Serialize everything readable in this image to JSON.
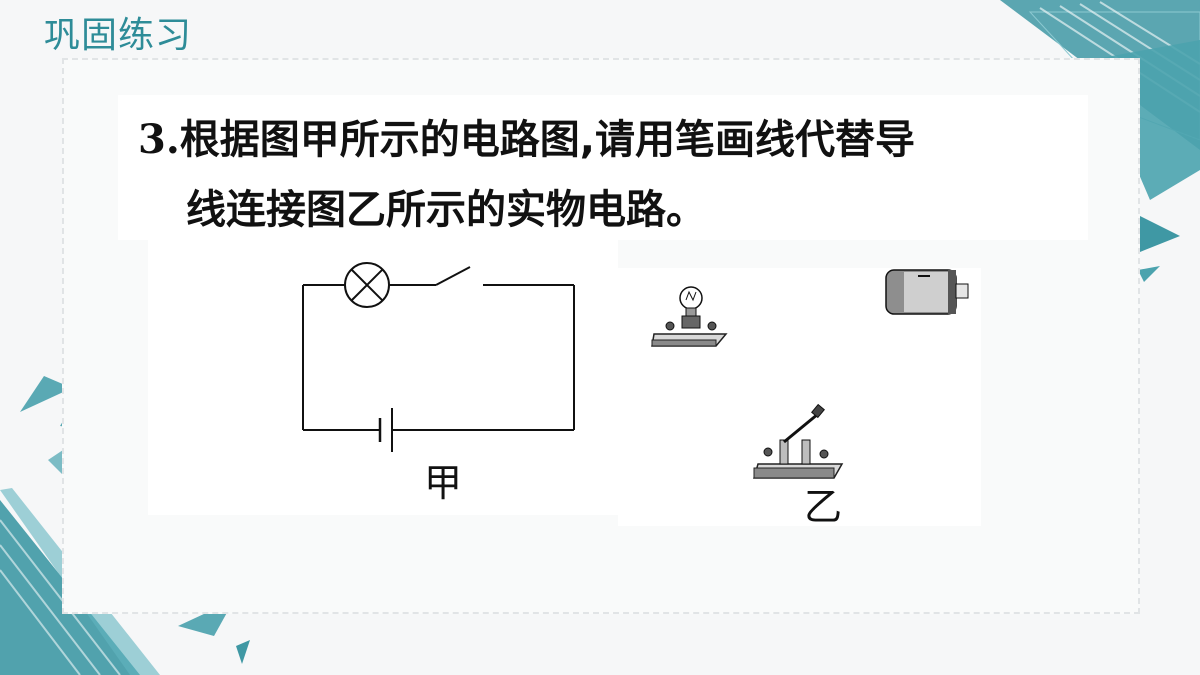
{
  "header": {
    "section_title": "巩固练习"
  },
  "question": {
    "number": "3.",
    "line1": "根据图甲所示的电路图,请用笔画线代替导",
    "line2": "线连接图乙所示的实物电路。"
  },
  "figure_a": {
    "label": "甲"
  },
  "figure_b": {
    "label": "乙"
  },
  "colors": {
    "accent": "#2e8c98",
    "accent_light": "#62b4bf",
    "text": "#111111"
  }
}
